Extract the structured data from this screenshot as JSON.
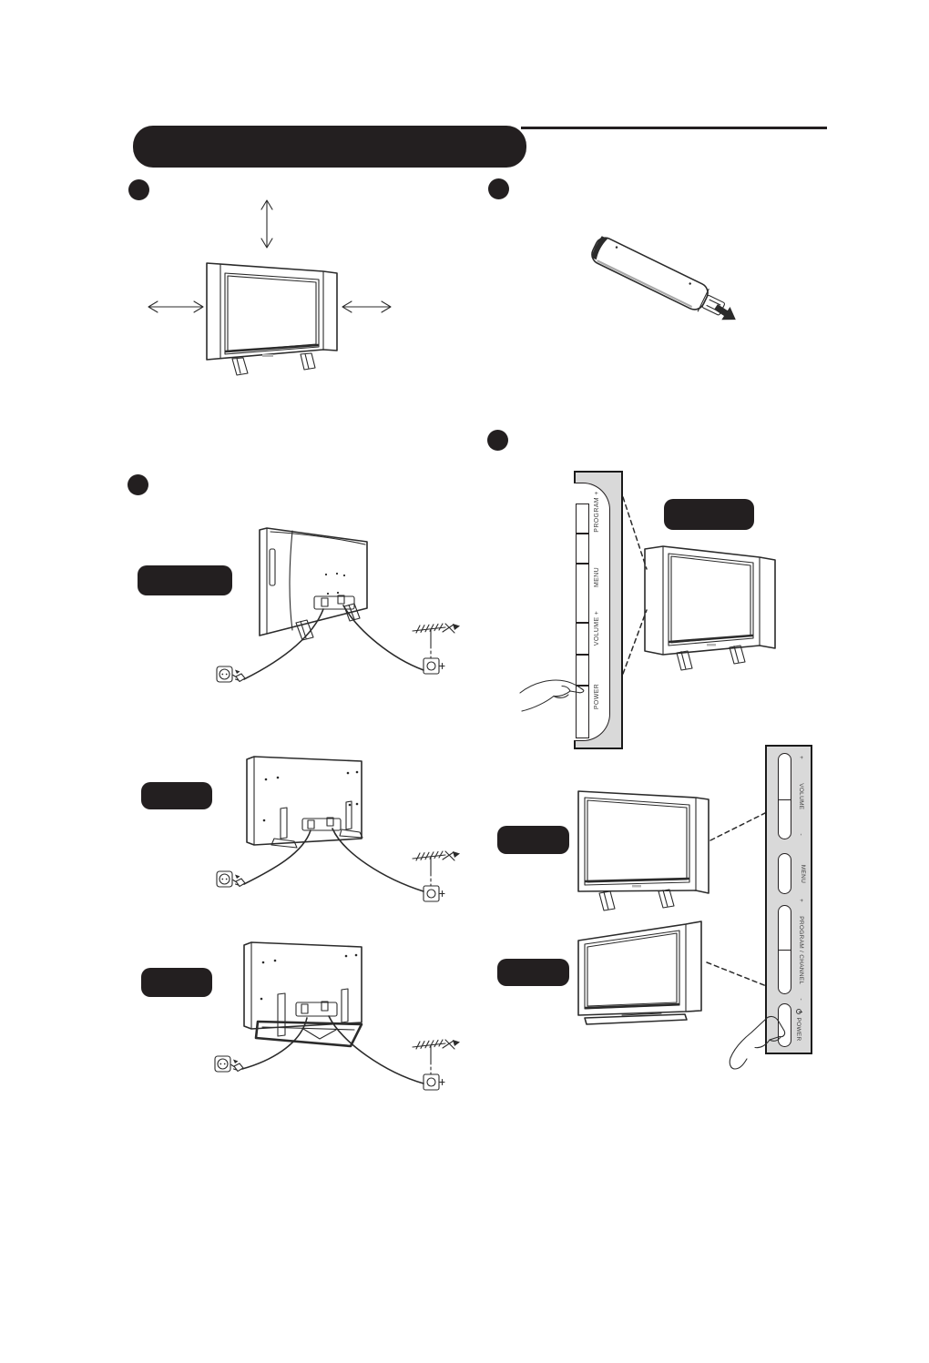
{
  "colors": {
    "paper": "#ffffff",
    "ink": "#231f20",
    "panel_gray": "#d9d9d9"
  },
  "title_bar": {
    "text": ""
  },
  "side_control_panel": {
    "labels": [
      "PROGRAM +",
      "MENU",
      "VOLUME +",
      "POWER"
    ]
  },
  "front_control_panel": {
    "volume": {
      "plus": "+",
      "label": "VOLUME",
      "minus": "-"
    },
    "menu": {
      "label": "MENU"
    },
    "program": {
      "plus": "+",
      "label": "PROGRAM / CHANNEL",
      "minus": "-"
    },
    "power": {
      "label": "POWER",
      "icon": "power-symbol-icon"
    }
  },
  "icons": [
    "step-bullet",
    "up-down-arrow",
    "left-right-arrow",
    "remote-battery-arrow",
    "power-outlet",
    "mains-plug",
    "aerial-antenna",
    "antenna-wall-socket",
    "pointing-hand",
    "power-symbol"
  ]
}
